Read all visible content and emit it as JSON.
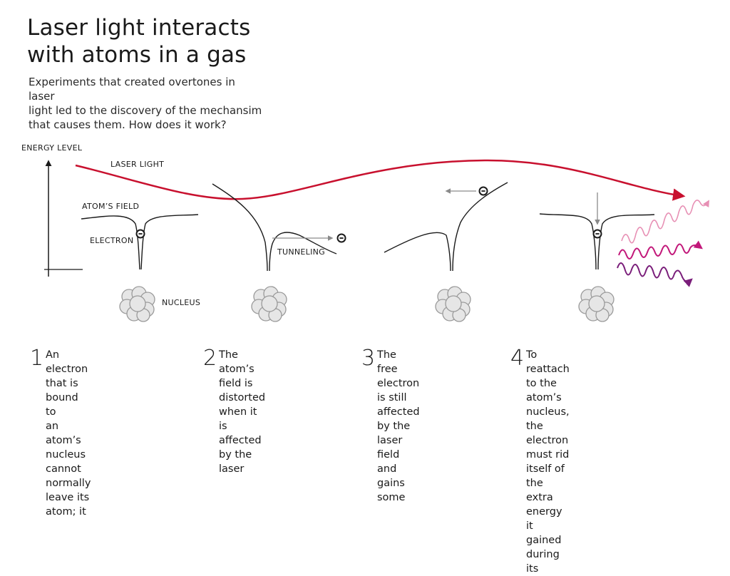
{
  "title": "Laser light interacts\nwith atoms in a gas",
  "subtitle": "Experiments that created overtones in laser\nlight led to the discovery of the mechansim\nthat causes them. How does it work?",
  "labels": {
    "energy_level": "ENERGY LEVEL",
    "laser_light": "LASER LIGHT",
    "atoms_field": "ATOM’S FIELD",
    "electron": "ELECTRON",
    "tunneling": "TUNNELING",
    "nucleus": "NUCLEUS"
  },
  "colors": {
    "laser": "#c8102e",
    "field": "#1a1a1a",
    "arrow_gray": "#8a8a8a",
    "nucleus_fill": "#e6e6e6",
    "nucleus_stroke": "#9a9a9a",
    "emission_light": "#e78fb4",
    "emission_mid": "#c2187a",
    "emission_dark": "#7a1e7a"
  },
  "steps": [
    {
      "number": "1",
      "text": "An electron that is bound to\nan atom’s nucleus cannot\nnormally leave its atom; it"
    },
    {
      "number": "2",
      "text": "The atom’s field is\ndistorted when it is\naffected by the laser"
    },
    {
      "number": "3",
      "text": "The free electron is still\naffected by the laser\nfield and gains some"
    },
    {
      "number": "4",
      "text": "To reattach to the atom’s nucleus,\nthe electron must rid itself of the\nextra energy it gained during its"
    }
  ]
}
